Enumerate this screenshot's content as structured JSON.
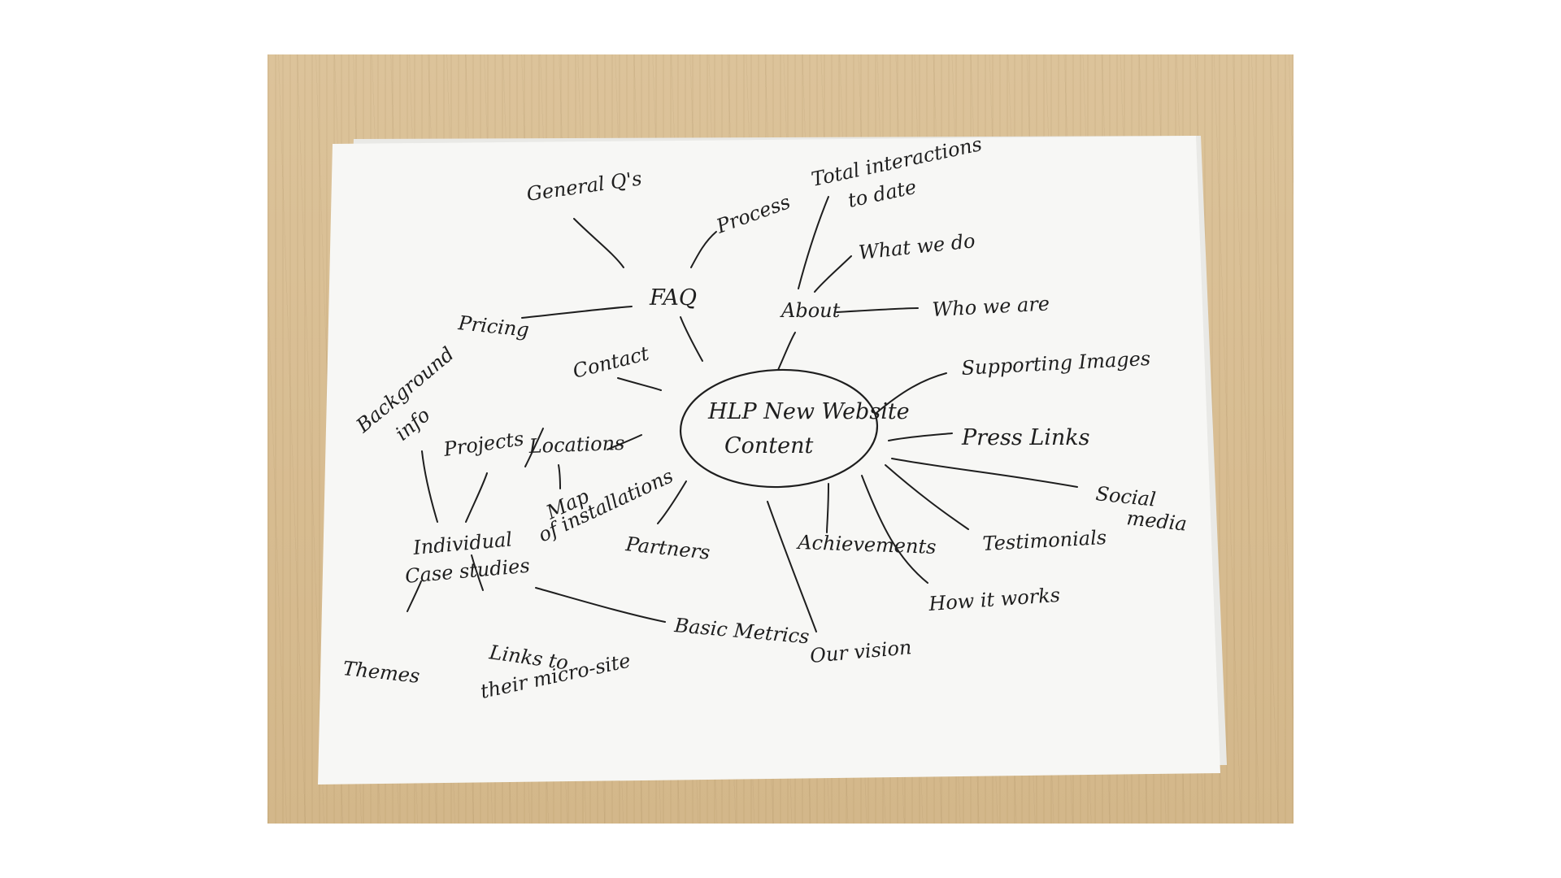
{
  "diagram": {
    "center": {
      "line1": "HLP  New Website",
      "line2": "Content"
    },
    "nodes": {
      "faq": "FAQ",
      "general_qs": "General Q's",
      "process": "Process",
      "pricing": "Pricing",
      "about": "About",
      "total_interactions_1": "Total interactions",
      "total_interactions_2": "to date",
      "what_we_do": "What we do",
      "who_we_are": "Who we are",
      "contact": "Contact",
      "supporting_images": "Supporting Images",
      "press_links": "Press Links",
      "social_media_1": "Social",
      "social_media_2": "media",
      "testimonials": "Testimonials",
      "how_it_works": "How it works",
      "our_vision": "Our vision",
      "achievements": "Achievements",
      "basic_metrics": "Basic Metrics",
      "partners": "Partners",
      "locations": "Locations",
      "map_of_installations_1": "Map",
      "map_of_installations_2": "of installations",
      "projects": "Projects",
      "background_info_1": "Background",
      "background_info_2": "info",
      "individual_case_studies_1": "Individual",
      "individual_case_studies_2": "Case studies",
      "themes": "Themes",
      "links_to_microsite_1": "Links to",
      "links_to_microsite_2": "their micro-site"
    }
  },
  "colors": {
    "desk": "#d8bd92",
    "paper": "#f7f7f5",
    "ink": "#1e1e1e"
  }
}
